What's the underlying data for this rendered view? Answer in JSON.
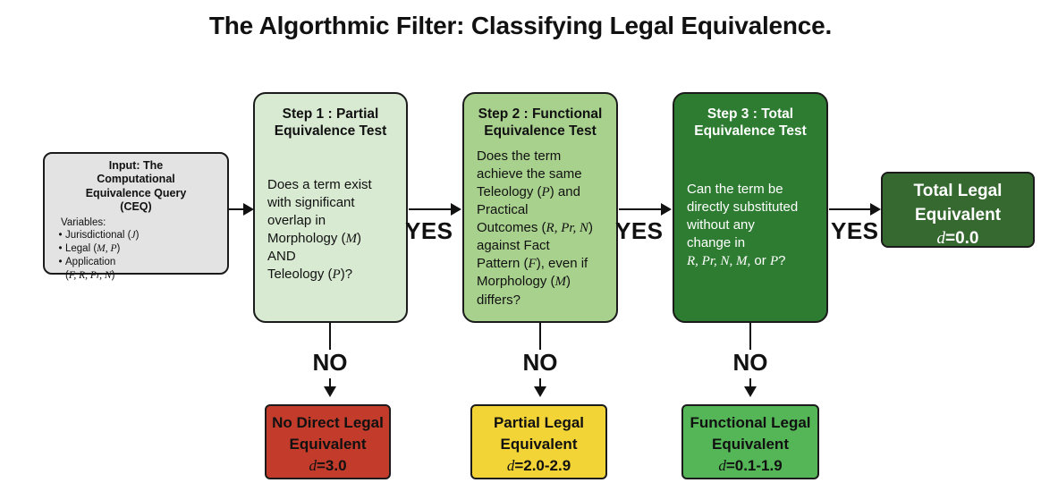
{
  "title": "The Algorthmic Filter: Classifying Legal Equivalence.",
  "colors": {
    "input_bg": "#e3e3e3",
    "step1_bg": "#d9ead3",
    "step2_bg": "#a9d18e",
    "step3_bg": "#2e7c31",
    "total_bg": "#35692f",
    "no_equivalent_bg": "#c23b2b",
    "partial_bg": "#f2d436",
    "functional_bg": "#54b657",
    "line": "#111111"
  },
  "input_node": {
    "heading": "Input: The\nComputational\nEquivalence Query\n(CEQ)",
    "variables_label": "Variables:",
    "bullet_glyph": "•",
    "bullets": [
      "Jurisdictional (*J*)",
      "Legal (*M, P*)",
      "Application\n(*F, R, Pr, N*)"
    ]
  },
  "steps": [
    {
      "title": "Step 1 : Partial\nEquivalence Test",
      "body": "Does a term exist\nwith significant\noverlap in\nMorphology (*M*)\nAND\nTeleology (*P*)?"
    },
    {
      "title": "Step 2 : Functional\nEquivalence Test",
      "body": "Does the term\nachieve the same\nTeleology (*P*) and\nPractical\nOutcomes (*R, Pr, N*)\nagainst Fact\nPattern (*F*), even if\nMorphology (*M*)\ndiffers?"
    },
    {
      "title": "Step 3 : Total\nEquivalence Test",
      "body": "Can the term be\ndirectly substituted\nwithout any\nchange in\n*R, Pr, N, M,* or *P*?"
    }
  ],
  "branch_labels": {
    "yes1": "YES",
    "yes2": "YES",
    "yes3": "YES",
    "no1": "NO",
    "no2": "NO",
    "no3": "NO"
  },
  "outcomes": {
    "total": "Total Legal\nEquivalent\n*d*=0.0",
    "none": "No Direct Legal\nEquivalent\n*d*=3.0",
    "partial": "Partial Legal\nEquivalent\n*d*=2.0-2.9",
    "functional": "Functional Legal\nEquivalent\n*d*=0.1-1.9"
  }
}
